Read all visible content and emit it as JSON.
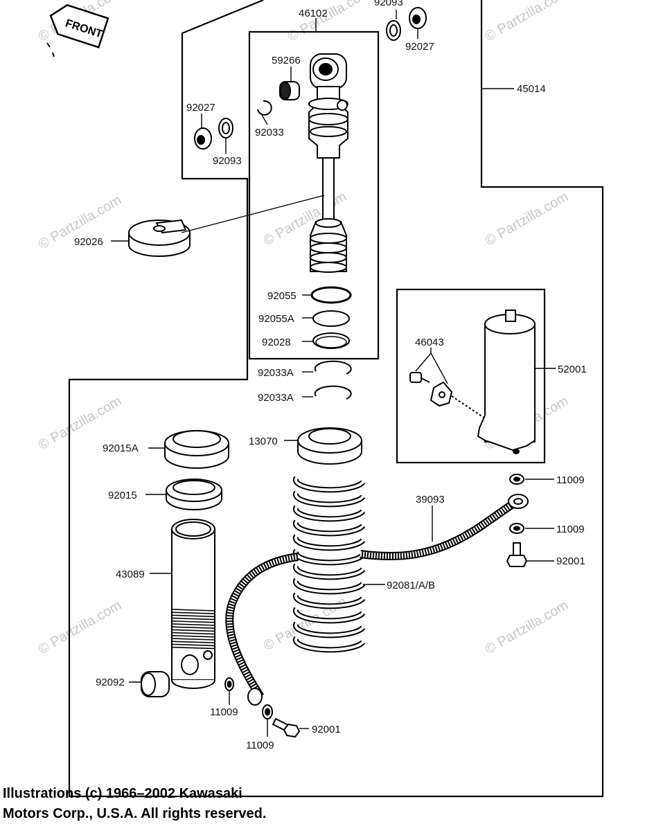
{
  "watermark": "© Partzilla.com",
  "front_arrow": "FRONT",
  "labels": {
    "p46102": "46102",
    "p92093_top": "92093",
    "p92027_top": "92027",
    "p45014": "45014",
    "p59266": "59266",
    "p92027_left": "92027",
    "p92033": "92033",
    "p92093_left": "92093",
    "p92026": "92026",
    "p92055": "92055",
    "p92055A": "92055A",
    "p92028": "92028",
    "p92033A_1": "92033A",
    "p92033A_2": "92033A",
    "p13070": "13070",
    "p46043": "46043",
    "p52001": "52001",
    "p92015A": "92015A",
    "p92015": "92015",
    "p11009_r1": "11009",
    "p39093": "39093",
    "p11009_r2": "11009",
    "p92001_r": "92001",
    "p43089": "43089",
    "p92081": "92081/A/B",
    "p92092": "92092",
    "p11009_b1": "11009",
    "p11009_b2": "11009",
    "p92001_b": "92001"
  },
  "copyright": {
    "line1": "Illustrations (c) 1966–2002 Kawasaki",
    "line2": "Motors Corp., U.S.A.  All rights reserved."
  }
}
